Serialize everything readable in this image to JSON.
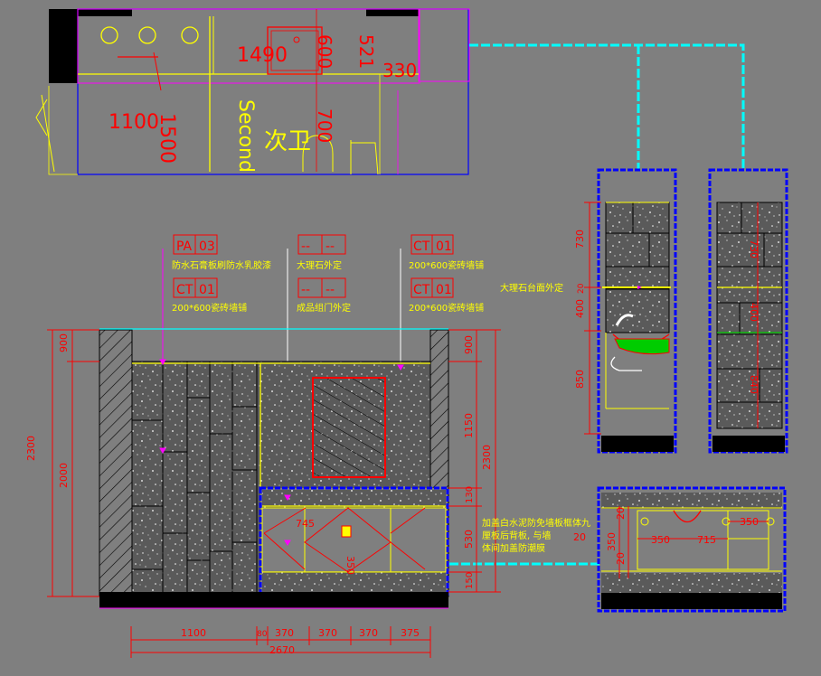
{
  "plan": {
    "dims": {
      "d1490": "1490",
      "d600": "600",
      "d521": "521",
      "d330": "330",
      "d1100": "1100",
      "d1500": "1500",
      "d700": "700"
    },
    "room_label_en": "Second",
    "room_label_cn": "次卫"
  },
  "legend": [
    {
      "tag_a": "PA",
      "tag_b": "03",
      "text": "防水石膏板刷防水乳胶漆"
    },
    {
      "tag_a": "CT",
      "tag_b": "01",
      "text": "200*600瓷砖墙铺"
    },
    {
      "tag_a": "--",
      "tag_b": "--",
      "text": "大理石外定"
    },
    {
      "tag_a": "--",
      "tag_b": "--",
      "text": "成品组门外定"
    },
    {
      "tag_a": "CT",
      "tag_b": "01",
      "text": "200*600瓷砖墙铺"
    },
    {
      "tag_a": "CT",
      "tag_b": "01",
      "text": "200*600瓷砖墙铺"
    }
  ],
  "elevation": {
    "left_dims": {
      "total": "2300",
      "upper": "900",
      "lower": "2000"
    },
    "right_dims": {
      "d900": "900",
      "d1150": "1150",
      "d2300": "2300",
      "d130": "130",
      "d530": "530",
      "d150": "150"
    },
    "cabinet_dims": {
      "w745": "745",
      "h350": "350"
    },
    "bottom_dims": [
      "1100",
      "80",
      "370",
      "370",
      "370",
      "375"
    ],
    "bottom_total": "2670"
  },
  "section": {
    "dims": {
      "d730": "730",
      "d20": "20",
      "d400": "400",
      "d850": "850"
    },
    "note": "大理石台面外定"
  },
  "section2": {
    "dims": {
      "d730": "730",
      "d400": "400",
      "d840": "840"
    }
  },
  "note_left": {
    "lines": [
      "加盖白水泥防免墙板框体九",
      "厘板后背板, 与墙",
      "体间加盖防潮膜"
    ]
  },
  "detail": {
    "dims": [
      "20",
      "20",
      "20",
      "350",
      "715",
      "350",
      "350"
    ]
  }
}
